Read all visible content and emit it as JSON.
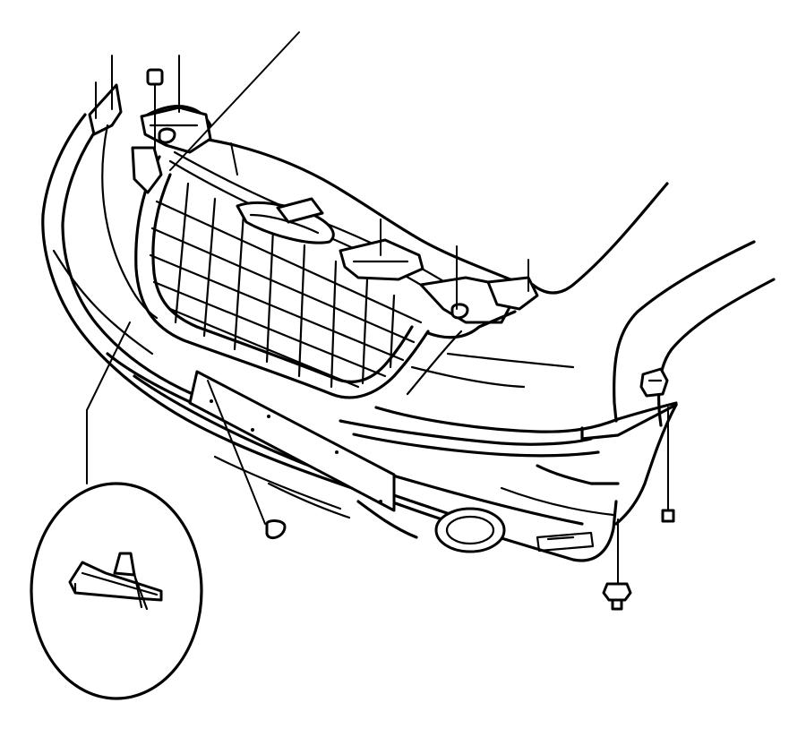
{
  "diagram": {
    "background": "#ffffff",
    "line_color": "#000000",
    "parts": [
      "front-fascia",
      "grille",
      "hood",
      "front-fender",
      "headlamp-opening",
      "fog-lamp",
      "license-plate-bracket",
      "grille-bracket-left",
      "grille-bracket-center",
      "fascia-support-right",
      "push-pin-retainer",
      "fascia-bolt",
      "fascia-screw",
      "fascia-clip-right",
      "retainer-clip-detail"
    ],
    "leader_lines": 11,
    "detail_callout": "circular-inset"
  }
}
